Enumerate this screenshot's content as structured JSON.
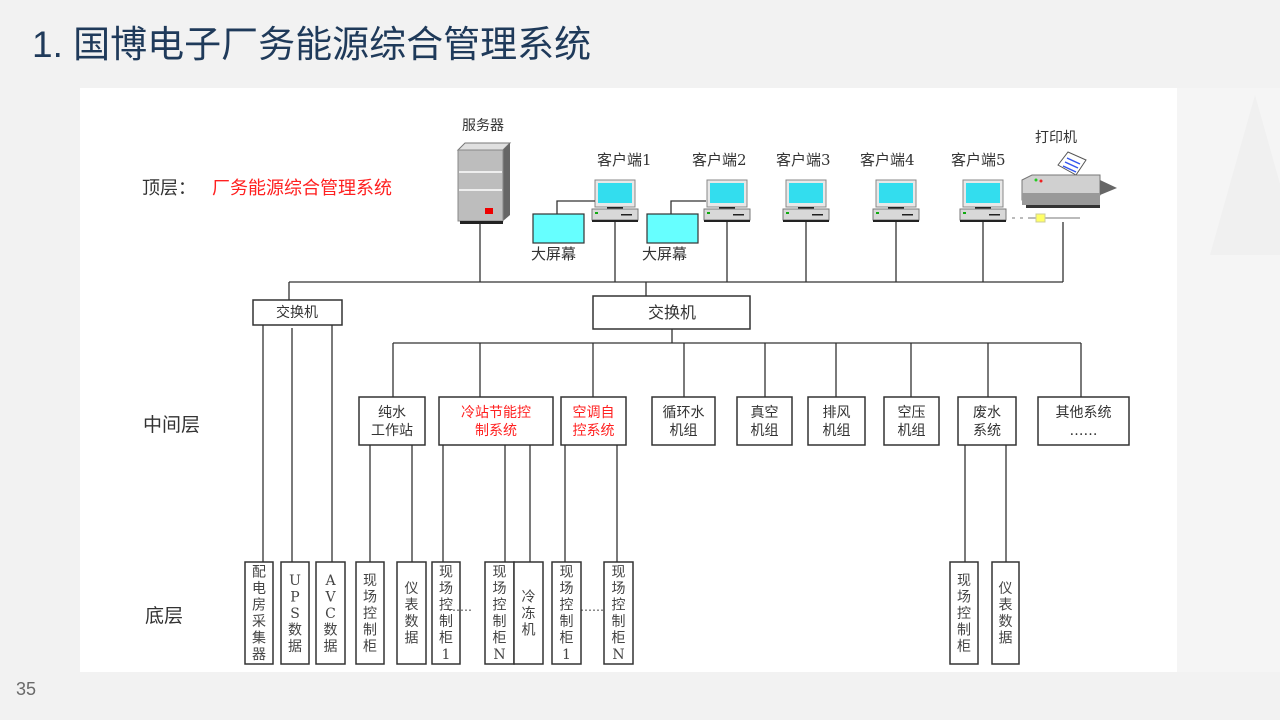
{
  "slide": {
    "title": "1. 国博电子厂务能源综合管理系统",
    "page_number": "35"
  },
  "layers": {
    "top": {
      "label": "顶层：",
      "system_name": "厂务能源综合管理系统"
    },
    "middle": {
      "label": "中间层"
    },
    "bottom": {
      "label": "底层"
    }
  },
  "top_devices": {
    "server": "服务器",
    "printer": "打印机",
    "clients": [
      "客户端1",
      "客户端2",
      "客户端3",
      "客户端4",
      "客户端5"
    ],
    "big_screens": [
      "大屏幕",
      "大屏幕"
    ]
  },
  "switches": [
    "交换机",
    "交换机"
  ],
  "middle_systems": [
    {
      "line1": "纯水",
      "line2": "工作站",
      "highlight": false
    },
    {
      "line1": "冷站节能控",
      "line2": "制系统",
      "highlight": true
    },
    {
      "line1": "空调自",
      "line2": "控系统",
      "highlight": true
    },
    {
      "line1": "循环水",
      "line2": "机组",
      "highlight": false
    },
    {
      "line1": "真空",
      "line2": "机组",
      "highlight": false
    },
    {
      "line1": "排风",
      "line2": "机组",
      "highlight": false
    },
    {
      "line1": "空压",
      "line2": "机组",
      "highlight": false
    },
    {
      "line1": "废水",
      "line2": "系统",
      "highlight": false
    },
    {
      "line1": "其他系统",
      "line2": "……",
      "highlight": false
    }
  ],
  "bottom_devices": [
    {
      "chars": [
        "配",
        "电",
        "房",
        "采",
        "集",
        "器"
      ]
    },
    {
      "chars": [
        "U",
        "P",
        "S",
        "数",
        "据"
      ]
    },
    {
      "chars": [
        "A",
        "V",
        "C",
        "数",
        "据"
      ]
    },
    {
      "chars": [
        "现",
        "场",
        "控",
        "制",
        "柜"
      ]
    },
    {
      "chars": [
        "仪",
        "表",
        "数",
        "据"
      ]
    },
    {
      "chars": [
        "现",
        "场",
        "控",
        "制",
        "柜",
        "1"
      ]
    },
    {
      "chars": [
        "现",
        "场",
        "控",
        "制",
        "柜",
        "N"
      ]
    },
    {
      "chars": [
        "冷",
        "冻",
        "机"
      ]
    },
    {
      "chars": [
        "现",
        "场",
        "控",
        "制",
        "柜",
        "1"
      ]
    },
    {
      "chars": [
        "现",
        "场",
        "控",
        "制",
        "柜",
        "N"
      ]
    },
    {
      "chars": [
        "现",
        "场",
        "控",
        "制",
        "柜"
      ]
    },
    {
      "chars": [
        "仪",
        "表",
        "数",
        "据"
      ]
    }
  ],
  "ellipsis": "……",
  "colors": {
    "title": "#1f3a5a",
    "highlight_red": "#ff2020",
    "screen_cyan": "#66ffff",
    "monitor_cyan": "#33ddee"
  }
}
